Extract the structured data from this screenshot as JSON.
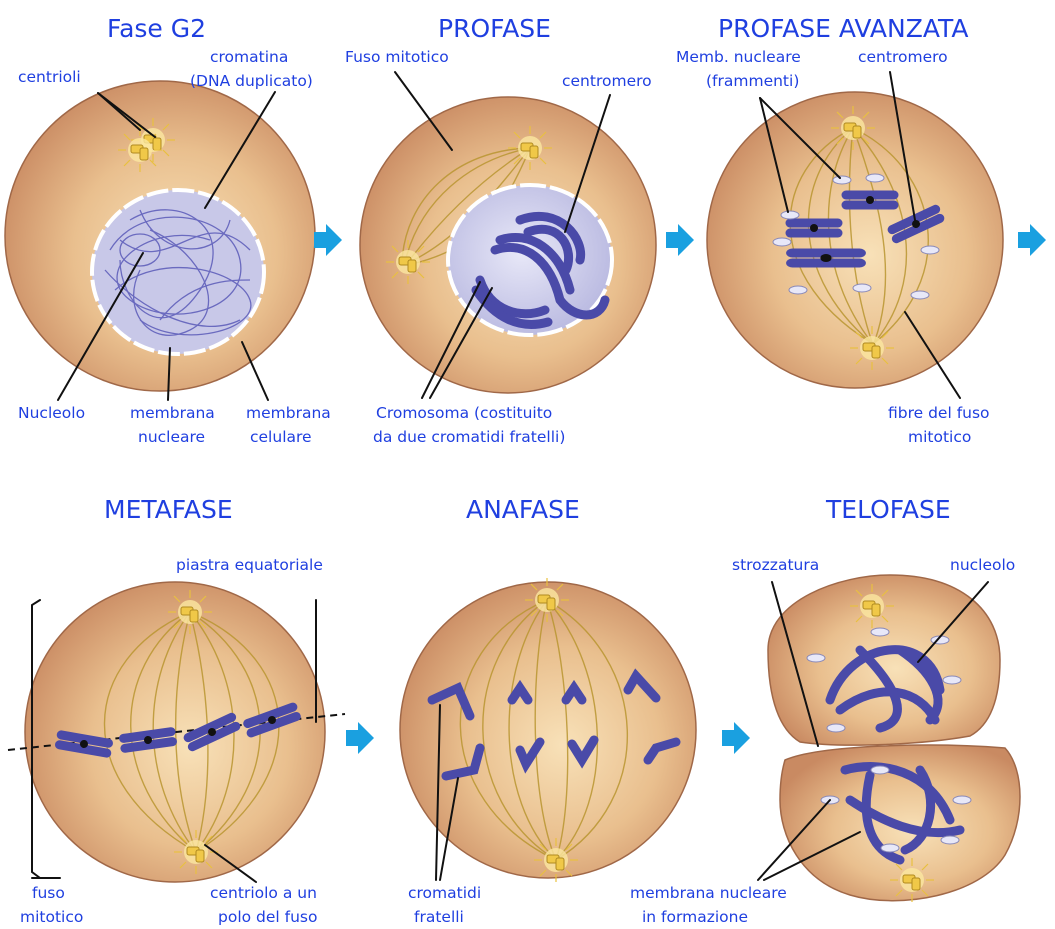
{
  "panels": {
    "g2": {
      "title": "Fase G2",
      "labels": {
        "centrioli": "centrioli",
        "cromatina_1": "cromatina",
        "cromatina_2": "(DNA duplicato)",
        "nucleolo": "Nucleolo",
        "membrana_nucleare_1": "membrana",
        "membrana_nucleare_2": "nucleare",
        "membrana_celulare_1": "membrana",
        "membrana_celulare_2": "celulare"
      }
    },
    "profase": {
      "title": "PROFASE",
      "labels": {
        "fuso": "Fuso mitotico",
        "centromero": "centromero",
        "cromosoma_1": "Cromosoma (costituito",
        "cromosoma_2": "da due cromatidi fratelli)"
      }
    },
    "profase_avanzata": {
      "title": "PROFASE AVANZATA",
      "labels": {
        "memb_1": "Memb. nucleare",
        "memb_2": "(frammenti)",
        "centromero": "centromero",
        "fibre_1": "fibre del fuso",
        "fibre_2": "mitotico"
      }
    },
    "metafase": {
      "title": "METAFASE",
      "labels": {
        "piastra": "piastra equatoriale",
        "fuso_1": "fuso",
        "fuso_2": "mitotico",
        "centriolo_1": "centriolo a un",
        "centriolo_2": "polo del fuso"
      }
    },
    "anafase": {
      "title": "ANAFASE",
      "labels": {
        "cromatidi_1": "cromatidi",
        "cromatidi_2": "fratelli"
      }
    },
    "telofase": {
      "title": "TELOFASE",
      "labels": {
        "strozzatura": "strozzatura",
        "nucleolo": "nucleolo",
        "membrana_1": "membrana nucleare",
        "membrana_2": "in formazione"
      }
    }
  },
  "colors": {
    "label_text": "#1f3fe0",
    "arrow": "#1aa0e0",
    "cell": "#d8a27a",
    "chromosome": "#5555b8"
  }
}
